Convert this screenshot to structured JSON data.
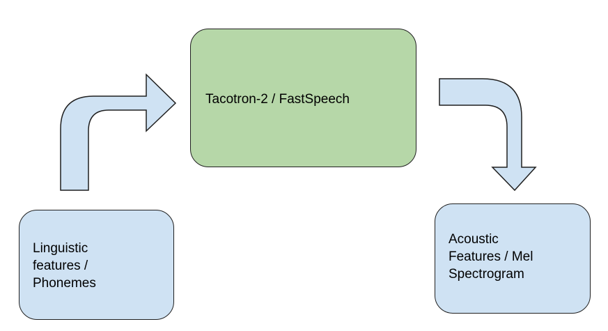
{
  "diagram": {
    "center_box": {
      "label": "Tacotron-2 / FastSpeech",
      "fill_color": "#b6d7a8"
    },
    "input_box": {
      "lines": [
        "Linguistic",
        "features /",
        "Phonemes"
      ],
      "fill_color": "#cfe2f3"
    },
    "output_box": {
      "lines": [
        "Acoustic",
        "Features / Mel",
        "Spectrogram"
      ],
      "fill_color": "#cfe2f3"
    },
    "arrows": [
      {
        "from": "input_box",
        "to": "center_box",
        "shape": "bent-up-right"
      },
      {
        "from": "center_box",
        "to": "output_box",
        "shape": "bent-right-down"
      }
    ],
    "arrow_fill_color": "#cfe2f3",
    "stroke_color": "#1f1f1f"
  }
}
